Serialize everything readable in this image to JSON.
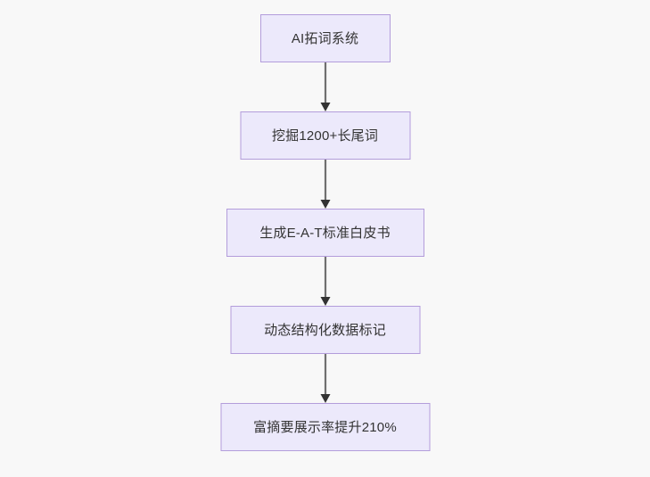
{
  "diagram": {
    "type": "flowchart",
    "direction": "top-to-bottom",
    "background_color": "#f8f8f8",
    "node_fill_color": "#ece9fb",
    "node_border_color": "#b39ddb",
    "node_text_color": "#333333",
    "connector_color": "#707070",
    "arrowhead_color": "#333333",
    "nodes": [
      {
        "id": "node-1",
        "label": "AI拓词系统"
      },
      {
        "id": "node-2",
        "label": "挖掘1200+长尾词"
      },
      {
        "id": "node-3",
        "label": "生成E-A-T标准白皮书"
      },
      {
        "id": "node-4",
        "label": "动态结构化数据标记"
      },
      {
        "id": "node-5",
        "label": "富摘要展示率提升210%"
      }
    ],
    "edges": [
      {
        "id": "edge-1",
        "from": "node-1",
        "to": "node-2",
        "label": ""
      },
      {
        "id": "edge-2",
        "from": "node-2",
        "to": "node-3",
        "label": ""
      },
      {
        "id": "edge-3",
        "from": "node-3",
        "to": "node-4",
        "label": ""
      },
      {
        "id": "edge-4",
        "from": "node-4",
        "to": "node-5",
        "label": ""
      }
    ]
  }
}
